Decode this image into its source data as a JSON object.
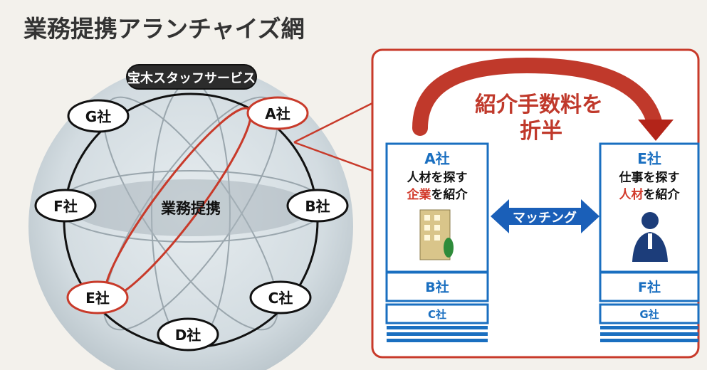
{
  "title": "業務提携アランチャイズ網",
  "network": {
    "hub": "宝木スタッフサービス",
    "center_label": "業務提携",
    "nodes": {
      "a": "A社",
      "b": "B社",
      "c": "C社",
      "d": "D社",
      "e": "E社",
      "f": "F社",
      "g": "G社"
    }
  },
  "detail": {
    "fee_line1": "紹介手数料を",
    "fee_line2": "折半",
    "matching": "マッチング",
    "left": {
      "company": "A社",
      "line1": "人材を探す",
      "line2_highlight": "企業",
      "line2_rest": "を紹介",
      "row2": "B社",
      "row3": "C社"
    },
    "right": {
      "company": "E社",
      "line1": "仕事を探す",
      "line2_highlight": "人材",
      "line2_rest": "を紹介",
      "row2": "F社",
      "row3": "G社"
    }
  },
  "colors": {
    "accent_red": "#d23a2b",
    "blue": "#1a6fc0",
    "dark_fill": "#2c2c2c"
  }
}
